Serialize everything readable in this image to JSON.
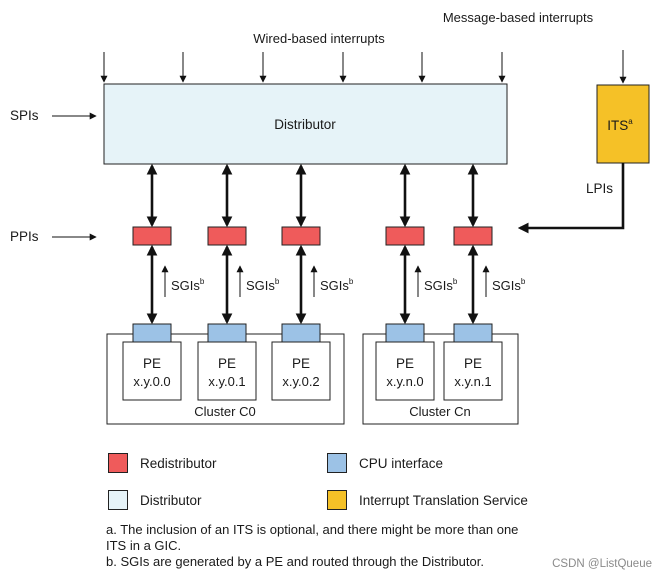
{
  "labels": {
    "wired_interrupts": "Wired-based interrupts",
    "message_interrupts": "Message-based interrupts",
    "spis": "SPIs",
    "ppis": "PPIs",
    "lpis": "LPIs",
    "distributor": "Distributor",
    "its": "ITS",
    "its_sup": "a",
    "sgis": "SGIs",
    "sgis_sup": "b"
  },
  "pes": [
    {
      "name": "PE",
      "id": "x.y.0.0"
    },
    {
      "name": "PE",
      "id": "x.y.0.1"
    },
    {
      "name": "PE",
      "id": "x.y.0.2"
    },
    {
      "name": "PE",
      "id": "x.y.n.0"
    },
    {
      "name": "PE",
      "id": "x.y.n.1"
    }
  ],
  "clusters": [
    {
      "label": "Cluster C0"
    },
    {
      "label": "Cluster Cn"
    }
  ],
  "legend": {
    "redistributor": "Redistributor",
    "cpu_interface": "CPU interface",
    "distributor": "Distributor",
    "its": "Interrupt Translation Service"
  },
  "notes": {
    "a_line1": "a. The inclusion of an ITS is optional, and there might be more than one",
    "a_line2": "ITS in a GIC.",
    "b": "b. SGIs are generated by a PE and routed through the Distributor."
  },
  "watermark": "CSDN @ListQueue",
  "colors": {
    "distributor": "#e6f3f8",
    "its": "#f5c127",
    "redistributor": "#ef5b5b",
    "cpu_interface": "#9cc2e6"
  }
}
